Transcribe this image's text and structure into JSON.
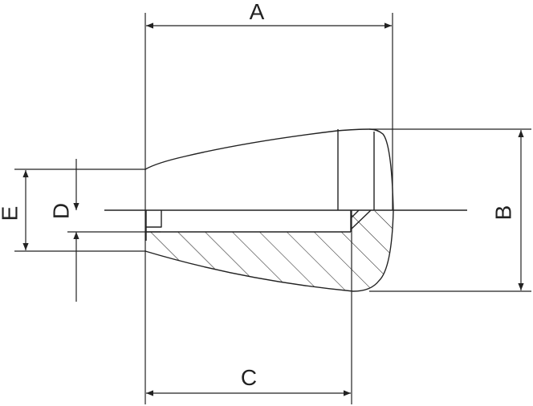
{
  "labels": {
    "a": "A",
    "b": "B",
    "c": "C",
    "d": "D",
    "e": "E"
  },
  "colors": {
    "line": "#222222",
    "background": "#ffffff"
  }
}
